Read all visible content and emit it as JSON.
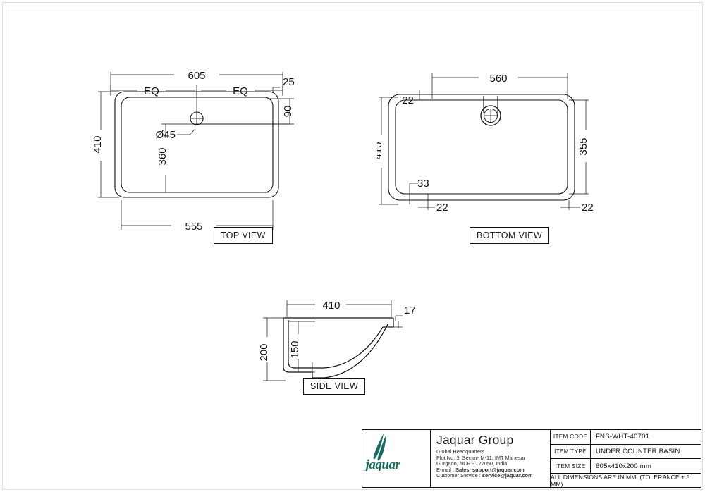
{
  "sheet": {
    "units_note": "ALL DIMENSIONS ARE IN MM. (TOLERANCE ± 5 MM)",
    "line_color": "#111111",
    "background": "#ffffff"
  },
  "views": [
    {
      "id": "top",
      "label": "TOP VIEW",
      "dimensions": {
        "overall_width": "605",
        "eq_left": "EQ",
        "eq_right": "EQ",
        "inner_width": "555",
        "overall_depth": "410",
        "inner_depth": "360",
        "rim_offset": "25",
        "hole_from_rear": "90",
        "hole_diameter": "Ø45"
      }
    },
    {
      "id": "bottom",
      "label": "BOTTOM VIEW",
      "dimensions": {
        "overall_width": "560",
        "overall_depth": "410",
        "inner_depth": "355",
        "rim_top": "22",
        "rim_left": "22",
        "rim_right": "22",
        "corner_offset": "33"
      }
    },
    {
      "id": "side",
      "label": "SIDE VIEW",
      "dimensions": {
        "overall_depth": "410",
        "overall_height": "200",
        "bowl_depth": "150",
        "rim_thickness": "17"
      }
    }
  ],
  "title_block": {
    "logo": {
      "mark": "jaquar-swoosh-icon",
      "wordmark": "jaquar",
      "color": "#1a6b62"
    },
    "company": {
      "name": "Jaquar Group",
      "address_lines": [
        "Global Headquarters",
        "Plot No. 3, Sector- M-11, IMT Manesar",
        "Gurgaon, NCR - 122050, India"
      ],
      "email_label": "E-mail : ",
      "email_sales_label": "Sales: ",
      "email_sales": "support@jaquar.com",
      "service_label": "Customer Service : ",
      "service_email": "service@jaquar.com"
    },
    "specs": [
      {
        "key": "ITEM  CODE",
        "value": "FNS-WHT-40701"
      },
      {
        "key": "ITEM  TYPE",
        "value": "UNDER COUNTER BASIN"
      },
      {
        "key": "ITEM  SIZE",
        "value": "605x410x200 mm"
      }
    ],
    "note": "ALL DIMENSIONS ARE IN MM. (TOLERANCE ± 5 MM)"
  }
}
